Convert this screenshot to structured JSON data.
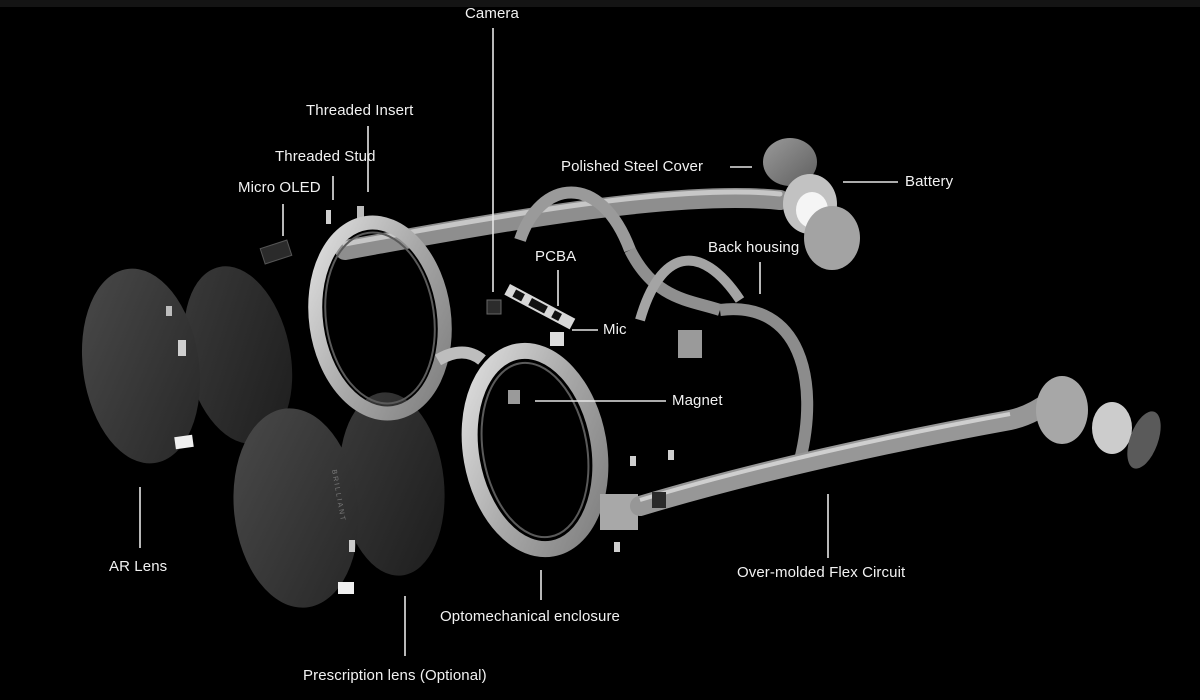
{
  "diagram": {
    "labels": {
      "camera": "Camera",
      "threaded_insert": "Threaded Insert",
      "threaded_stud": "Threaded Stud",
      "micro_oled": "Micro OLED",
      "polished_steel_cover": "Polished Steel Cover",
      "battery": "Battery",
      "pcba": "PCBA",
      "back_housing": "Back housing",
      "mic": "Mic",
      "magnet": "Magnet",
      "ar_lens": "AR Lens",
      "over_molded_flex_circuit": "Over-molded Flex Circuit",
      "optomechanical_enclosure": "Optomechanical enclosure",
      "prescription_lens": "Prescription lens (Optional)"
    },
    "lens_engraving": "BRILLIANT"
  }
}
